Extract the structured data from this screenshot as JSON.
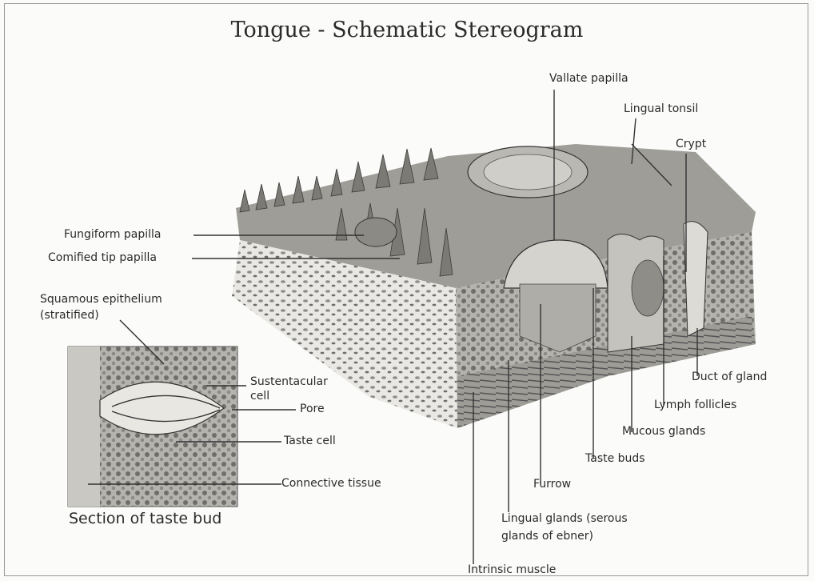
{
  "title": "Tongue - Schematic Stereogram",
  "labels": {
    "vallate_papilla": "Vallate papilla",
    "lingual_tonsil": "Lingual tonsil",
    "crypt": "Crypt",
    "fungiform_papilla": "Fungiform papilla",
    "cornified_tip_papilla": "Comified tip papilla",
    "squamous_epithelium_1": "Squamous epithelium",
    "squamous_epithelium_2": "(stratified)",
    "sustentacular_cell_1": "Sustentacular",
    "sustentacular_cell_2": "cell",
    "pore": "Pore",
    "taste_cell": "Taste cell",
    "connective_tissue": "Connective tissue",
    "duct_of_gland": "Duct of gland",
    "lymph_follicles": "Lymph follicles",
    "mucous_glands": "Mucous glands",
    "taste_buds": "Taste buds",
    "furrow": "Furrow",
    "lingual_glands_1": "Lingual glands (serous",
    "lingual_glands_2": "glands of ebner)",
    "intrinsic_muscle": "Intrinsic muscle"
  },
  "inset_caption": "Section of taste bud"
}
